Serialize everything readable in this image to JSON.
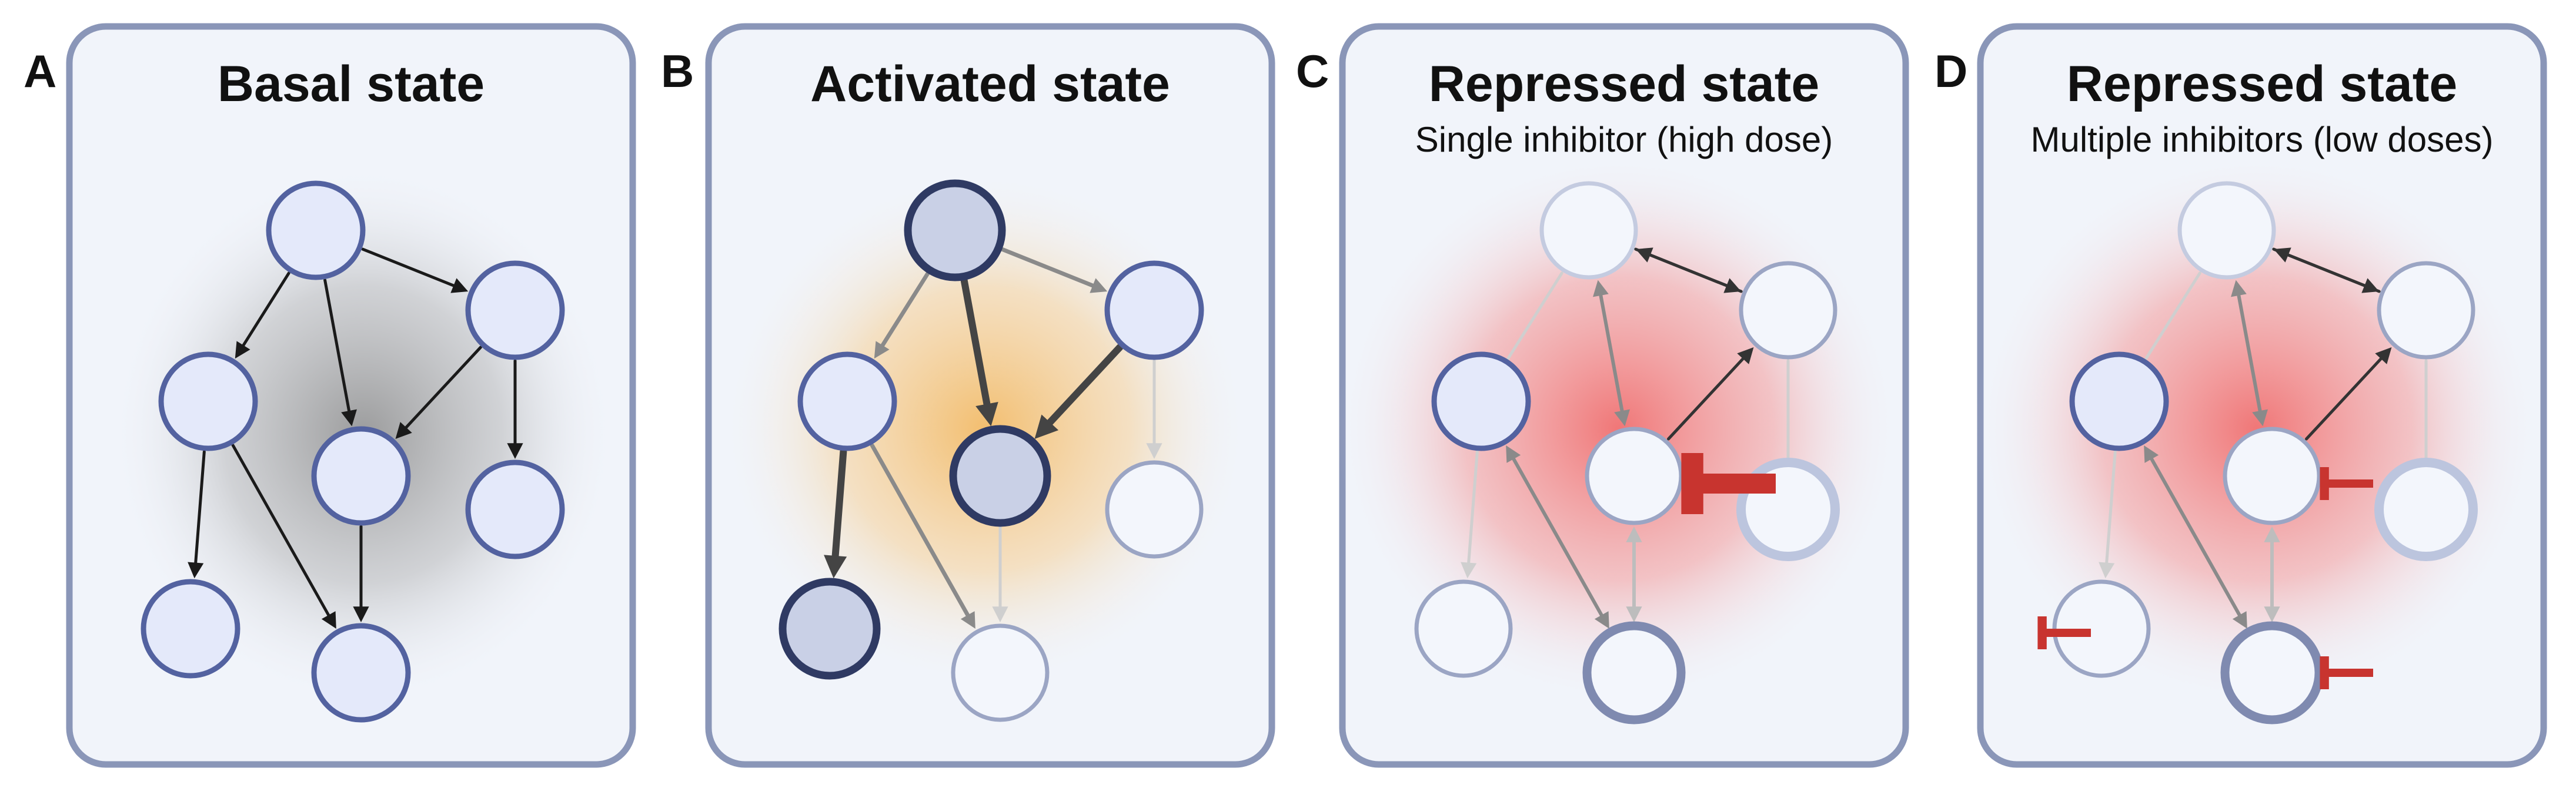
{
  "panels": [
    {
      "letter": "A",
      "title": "Basal state",
      "subtitle": ""
    },
    {
      "letter": "B",
      "title": "Activated state",
      "subtitle": ""
    },
    {
      "letter": "C",
      "title": "Repressed state",
      "subtitle": "Single inhibitor (high dose)"
    },
    {
      "letter": "D",
      "title": "Repressed state",
      "subtitle": "Multiple inhibitors (low doses)"
    }
  ],
  "colors": {
    "panel_border": "#8a96b8",
    "panel_fill": "#f1f4fa",
    "node_fill": "#e4e9fa",
    "node_fill_dark": "#c9d0e6",
    "node_fill_faded": "#f3f6fc",
    "node_stroke": "#5362a0",
    "node_stroke_dark": "#2f3a63",
    "node_stroke_faded": "#9ba5c4",
    "halo_basal": "#8c8c8c",
    "halo_activated": "#f3b860",
    "halo_repressed": "#f07070",
    "inhibitor": "#c8342f",
    "edge_black": "#1a1a1a",
    "edge_grey": "#8a8a8a",
    "edge_light": "#cfcfcf"
  }
}
